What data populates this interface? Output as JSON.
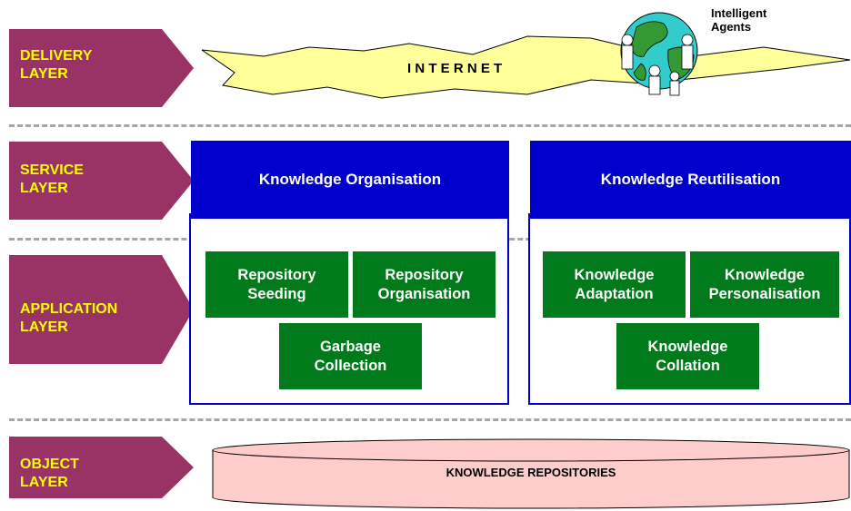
{
  "layers": {
    "delivery": "DELIVERY\nLAYER",
    "service": "SERVICE\nLAYER",
    "application": "APPLICATION\nLAYER",
    "object": "OBJECT\nLAYER"
  },
  "delivery": {
    "internet_label": "I N T E R N E T",
    "agents_label": "Intelligent\nAgents"
  },
  "service": {
    "left_title": "Knowledge Organisation",
    "right_title": "Knowledge Reutilisation"
  },
  "application": {
    "left_boxes": [
      "Repository\nSeeding",
      "Repository\nOrganisation",
      "Garbage\nCollection"
    ],
    "right_boxes": [
      "Knowledge\nAdaptation",
      "Knowledge\nPersonalisation",
      "Knowledge\nCollation"
    ]
  },
  "object": {
    "repository_label": "KNOWLEDGE REPOSITORIES"
  },
  "colors": {
    "layer_arrow": "#993366",
    "layer_text": "#ffff00",
    "service_blue": "#0000cc",
    "app_green": "#007a1a",
    "cylinder_fill": "#ffcccc",
    "burst_fill": "#ffff99",
    "divider": "#a6a6a6"
  }
}
